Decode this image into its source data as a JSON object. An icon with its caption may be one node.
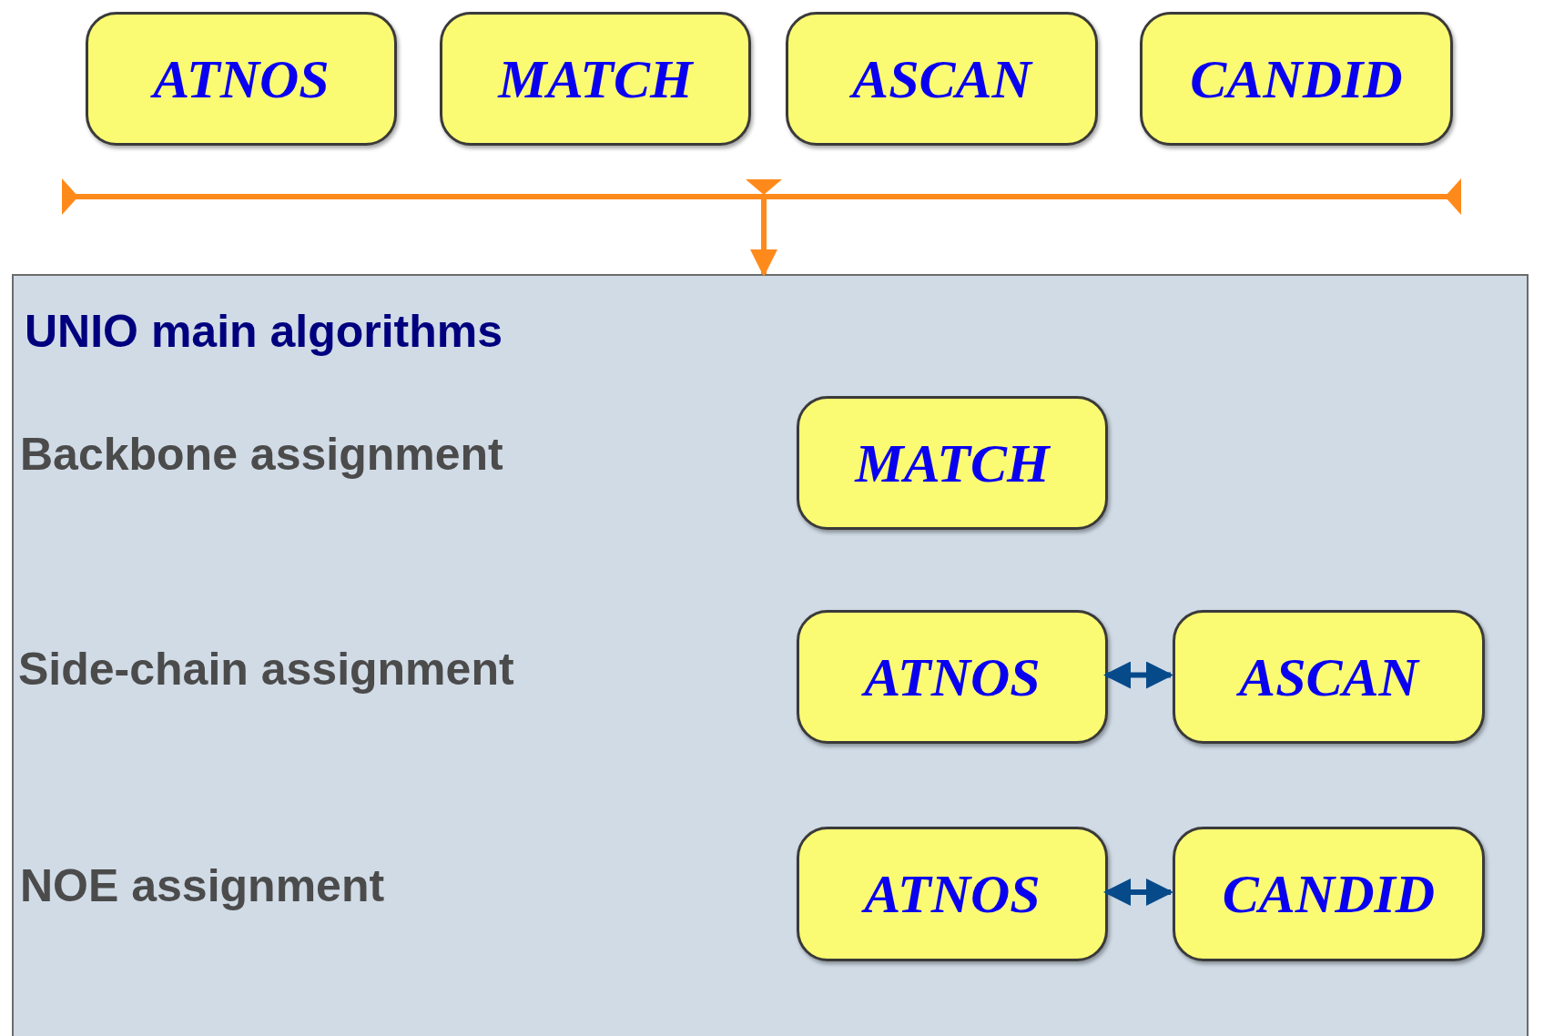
{
  "diagram": {
    "nodes": [
      {
        "text": [
          "ATNOS"
        ]
      },
      {
        "text": [
          "MATCH"
        ]
      },
      {
        "text": [
          "ASCAN"
        ]
      },
      {
        "text": [
          "CANDID"
        ]
      },
      {
        "text": [
          "UNIO main algorithms"
        ]
      },
      {
        "text": [
          "MATCH"
        ],
        "in": 4
      },
      {
        "text": [
          "ATNOS"
        ],
        "in": 4
      },
      {
        "text": [
          "ASCAN"
        ],
        "in": 4
      },
      {
        "text": [
          "ATNOS"
        ],
        "in": 4
      },
      {
        "text": [
          "CANDID"
        ],
        "in": 4
      }
    ],
    "edges": [
      {
        "from": null,
        "to": 4,
        "arrow": "to",
        "color": "#ff8a1c"
      },
      {
        "from": 6,
        "to": 7,
        "arrow": "both"
      },
      {
        "from": 8,
        "to": 9,
        "arrow": "both"
      }
    ],
    "labels": [
      "Backbone assignment",
      "Side-chain assignment",
      "NOE assignment"
    ]
  }
}
